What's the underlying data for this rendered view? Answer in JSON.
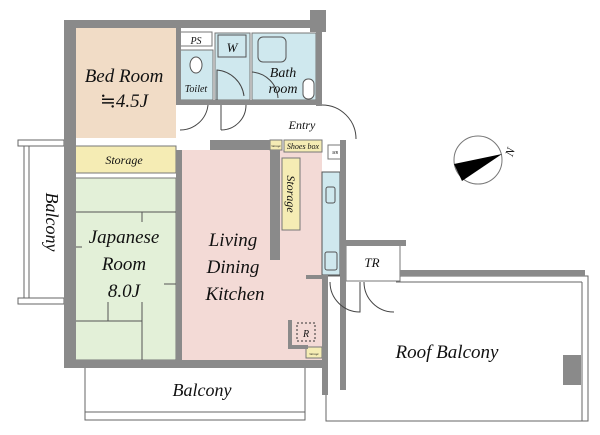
{
  "rooms": {
    "bedroom": {
      "name": "Bed Room",
      "size": "≒4.5J"
    },
    "storage_top": "Storage",
    "japanese": {
      "name_1": "Japanese",
      "name_2": "Room",
      "size": "8.0J"
    },
    "balcony_left": "Balcony",
    "balcony_bottom": "Balcony",
    "ps": "PS",
    "washer": "W",
    "toilet": "Toilet",
    "bath": {
      "line_1": "Bath",
      "line_2": "room"
    },
    "entry": "Entry",
    "shoes_box": "Shoes box",
    "small_storage": "Storage",
    "mb": "MB",
    "storage_vertical": "Storage",
    "ldk": {
      "line_1": "Living",
      "line_2": "Dining",
      "line_3": "Kitchen"
    },
    "refrigerator": "R",
    "storage_bottom": "Storage",
    "tr": "TR",
    "roof_balcony": "Roof Balcony"
  },
  "compass": {
    "label": "N"
  },
  "colors": {
    "wall": "#8a8a8a",
    "bedroom": "#f1dcc6",
    "storage": "#f5ecb4",
    "japanese": "#e3f0d8",
    "wet": "#cfe8ee",
    "ldk": "#f3dad6"
  }
}
